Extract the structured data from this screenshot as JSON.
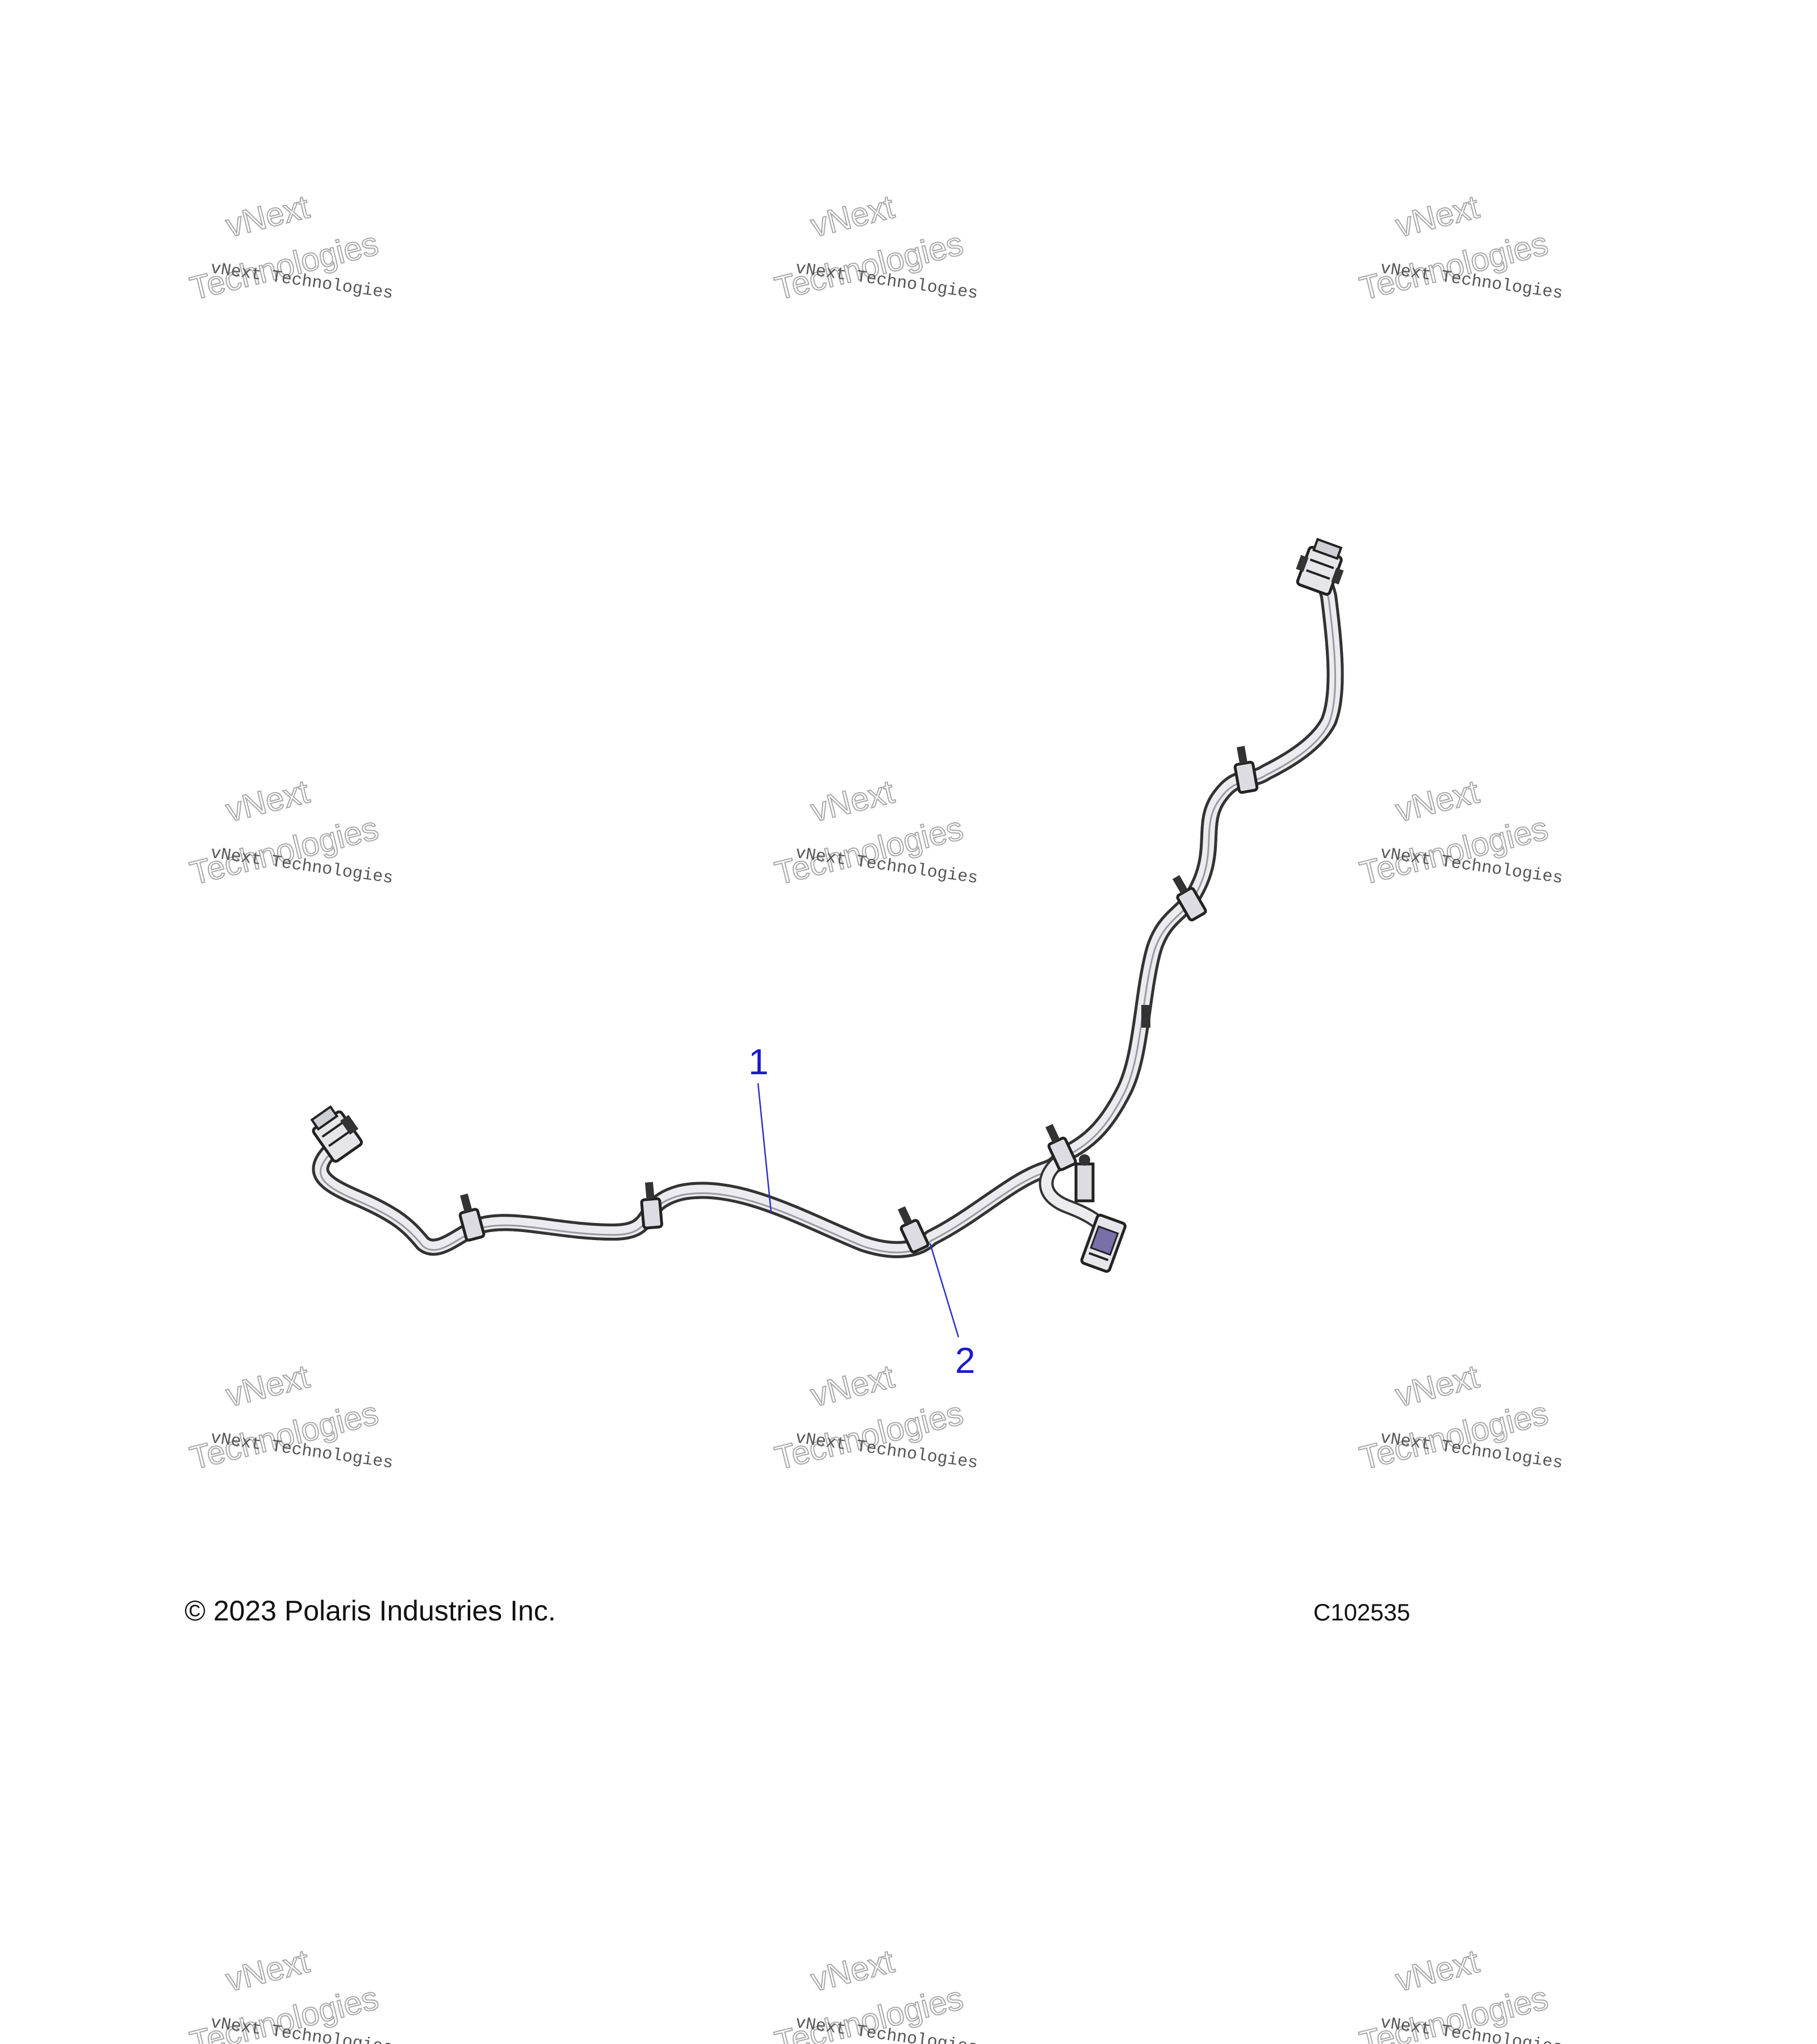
{
  "watermark": {
    "line1": "vNext Technologies",
    "line2": "vNext",
    "line3": "Technologies"
  },
  "callouts": [
    "1",
    "2"
  ],
  "copyright": "© 2023 Polaris Industries Inc.",
  "diagram_code": "C102535"
}
